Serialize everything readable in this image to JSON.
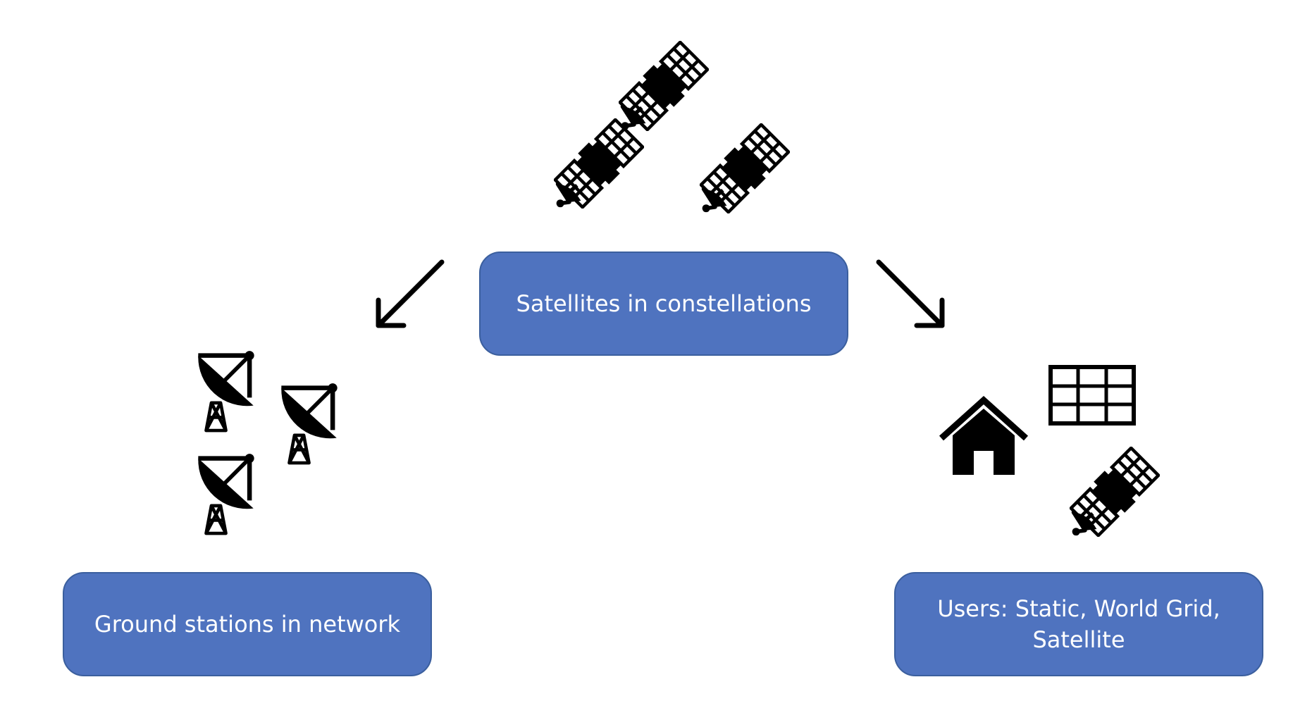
{
  "diagram": {
    "colors": {
      "box_fill": "#4f73bf",
      "box_border": "#3b5f9e",
      "text": "#ffffff",
      "icon": "#000000",
      "background": "#ffffff"
    },
    "nodes": {
      "satellites": {
        "label": "Satellites in constellations",
        "icons": [
          "satellite-icon",
          "satellite-icon",
          "satellite-icon"
        ]
      },
      "ground": {
        "label": "Ground stations in network",
        "icons": [
          "satellite-dish-icon",
          "satellite-dish-icon",
          "satellite-dish-icon"
        ]
      },
      "users": {
        "label_line1": "Users: Static, World Grid,",
        "label_line2": "Satellite",
        "icons": [
          "house-icon",
          "grid-icon",
          "satellite-icon"
        ]
      }
    },
    "edges": [
      {
        "from": "satellites",
        "to": "ground",
        "style": "arrow"
      },
      {
        "from": "satellites",
        "to": "users",
        "style": "arrow"
      }
    ]
  }
}
